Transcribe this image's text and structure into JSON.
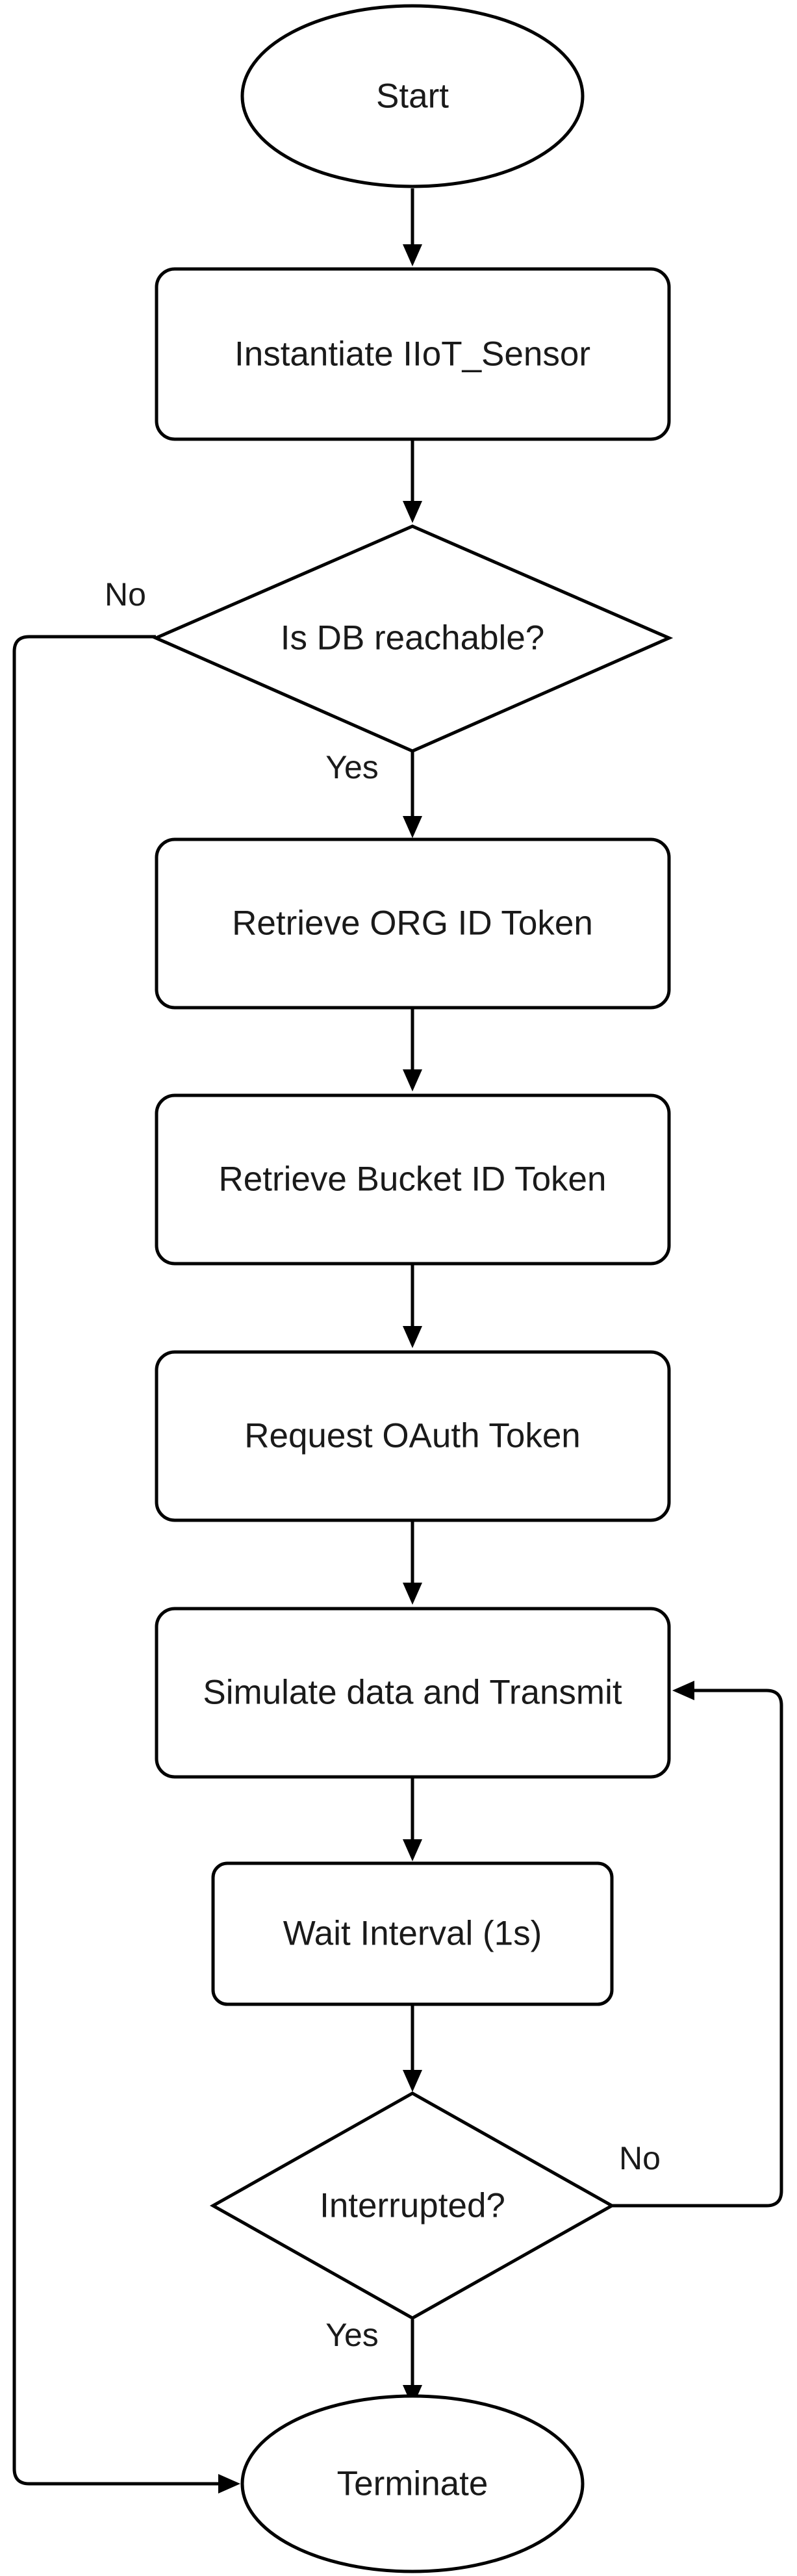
{
  "nodes": {
    "start": "Start",
    "instantiate": "Instantiate IIoT_Sensor",
    "db_check": "Is DB reachable?",
    "org_token": "Retrieve ORG ID Token",
    "bucket_token": "Retrieve Bucket ID Token",
    "oauth_token": "Request OAuth Token",
    "simulate": "Simulate data and Transmit",
    "wait": "Wait Interval (1s)",
    "interrupted": "Interrupted?",
    "terminate": "Terminate"
  },
  "edge_labels": {
    "db_no": "No",
    "db_yes": "Yes",
    "int_no": "No",
    "int_yes": "Yes"
  },
  "edges": [
    {
      "from": "start",
      "to": "instantiate",
      "label": ""
    },
    {
      "from": "instantiate",
      "to": "db_check",
      "label": ""
    },
    {
      "from": "db_check",
      "to": "org_token",
      "label": "Yes"
    },
    {
      "from": "db_check",
      "to": "terminate",
      "label": "No"
    },
    {
      "from": "org_token",
      "to": "bucket_token",
      "label": ""
    },
    {
      "from": "bucket_token",
      "to": "oauth_token",
      "label": ""
    },
    {
      "from": "oauth_token",
      "to": "simulate",
      "label": ""
    },
    {
      "from": "simulate",
      "to": "wait",
      "label": ""
    },
    {
      "from": "wait",
      "to": "interrupted",
      "label": ""
    },
    {
      "from": "interrupted",
      "to": "terminate",
      "label": "Yes"
    },
    {
      "from": "interrupted",
      "to": "simulate",
      "label": "No"
    }
  ],
  "colors": {
    "stroke": "#000000",
    "fill": "#ffffff",
    "text": "#1a1a1a"
  }
}
